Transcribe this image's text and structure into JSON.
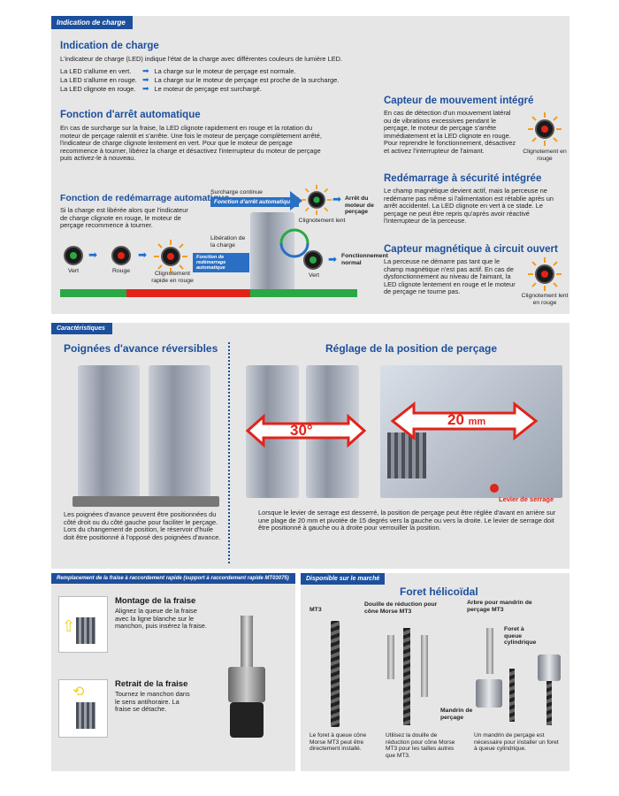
{
  "charge": {
    "tab": "Indication de charge",
    "title": "Indication de charge",
    "intro": "L'indicateur de charge (LED) indique l'état de la charge avec différentes couleurs de lumière LED.",
    "rows": [
      {
        "left": "La LED s'allume en vert.",
        "right": "La charge sur le moteur de perçage est normale."
      },
      {
        "left": "La LED s'allume en rouge.",
        "right": "La charge sur le moteur de perçage est proche de la surcharge."
      },
      {
        "left": "La LED clignote en rouge.",
        "right": "Le moteur de perçage est surchargé."
      }
    ],
    "arret_title": "Fonction d'arrêt automatique",
    "arret_text": "En cas de surcharge sur la fraise, la LED clignote rapidement en rouge et la rotation du moteur de perçage ralentit et s'arrête. Une fois le moteur de perçage complètement arrêté, l'indicateur de charge clignote lentement en vert. Pour que le moteur de perçage recommence à tourner, libérez la charge et désactivez l'interrupteur du moteur de perçage puis activez-le à nouveau.",
    "redem_title": "Fonction de redémarrage automatique",
    "redem_text": "Si la charge est libérée alors que l'indicateur de charge clignote en rouge, le moteur de perçage recommence à tourner.",
    "led_vert": "Vert",
    "led_rouge": "Rouge",
    "led_clign": "Clignotement rapide en rouge",
    "surcharge": "Surcharge continue",
    "fn_arret": "Fonction d'arrêt automatique",
    "clign_lent": "Clignotement lent",
    "arret_moteur": "Arrêt du moteur de perçage",
    "liberation": "Libération de la charge",
    "fn_redem": "Fonction de redémarrage automatique",
    "vert2": "Vert",
    "fonct_normal": "Fonctionnement normal",
    "mouv_title": "Capteur de mouvement intégré",
    "mouv_text": "En cas de détection d'un mouvement latéral ou de vibrations excessives pendant le perçage, le moteur de perçage s'arrête immédiatement et la LED clignote en rouge. Pour reprendre le fonctionnement, désactivez et activez l'interrupteur de l'aimant.",
    "mouv_led": "Clignotement en rouge",
    "secu_title": "Redémarrage à sécurité intégrée",
    "secu_text": "Le champ magnétique devient actif, mais la perceuse ne redémarre pas même si l'alimentation est rétablie après un arrêt accidentel. La LED clignote en vert à ce stade. Le perçage ne peut être repris qu'après avoir réactivé l'interrupteur de la perceuse.",
    "circ_title": "Capteur magnétique à circuit ouvert",
    "circ_text": "La perceuse ne démarre pas tant que le champ magnétique n'est pas actif. En cas de dysfonctionnement au niveau de l'aimant, la LED clignote lentement en rouge et le moteur de perçage ne tourne pas.",
    "circ_led": "Clignotement lent en rouge"
  },
  "carac": {
    "tab": "Caractéristiques",
    "poign_title": "Poignées d'avance réversibles",
    "poign_text": "Les poignées d'avance peuvent être positionnées du côté droit ou du côté gauche pour faciliter le perçage. Lors du changement de position, le réservoir d'huile doit être positionné à l'opposé des poignées d'avance.",
    "reglage_title": "Réglage de la position de perçage",
    "reglage_text": "Lorsque le levier de serrage est desserré, la position de perçage peut être réglée d'avant en arrière sur une plage de 20 mm et pivotée de 15 degrés vers la gauche ou vers la droite. Le levier de serrage doit être positionné à gauche ou à droite pour verrouiller la position.",
    "angle": "30°",
    "range_value": "20",
    "range_unit": "mm",
    "levier": "Levier de serrage"
  },
  "remplacement": {
    "tab": "Remplacement de la fraise à raccordement rapide (support à raccordement rapide MT03075)",
    "montage_title": "Montage de la fraise",
    "montage_text": "Alignez la queue de la fraise avec la ligne blanche sur le manchon, puis insérez la fraise.",
    "retrait_title": "Retrait de la fraise",
    "retrait_text": "Tournez le manchon dans le sens antihoraire. La fraise se détache."
  },
  "marche": {
    "tab": "Disponible sur le marché",
    "title": "Foret hélicoïdal",
    "mt3": "MT3",
    "douille": "Douille de réduction pour cône Morse MT3",
    "arbre": "Arbre pour mandrin de perçage MT3",
    "foret_cyl": "Foret à queue cylindrique",
    "mandrin": "Mandrin de perçage",
    "cap1": "Le foret à queue cône Morse MT3 peut être directement installé.",
    "cap2": "Utilisez la douille de réduction pour cône Morse MT3 pour les tailles autres que MT3.",
    "cap3": "Un mandrin de perçage est nécessaire pour installer un foret à queue cylindrique."
  },
  "colors": {
    "brand": "#1c4f9c",
    "accent": "#2a6fc4",
    "red": "#e2231a",
    "green": "#2aa845"
  }
}
